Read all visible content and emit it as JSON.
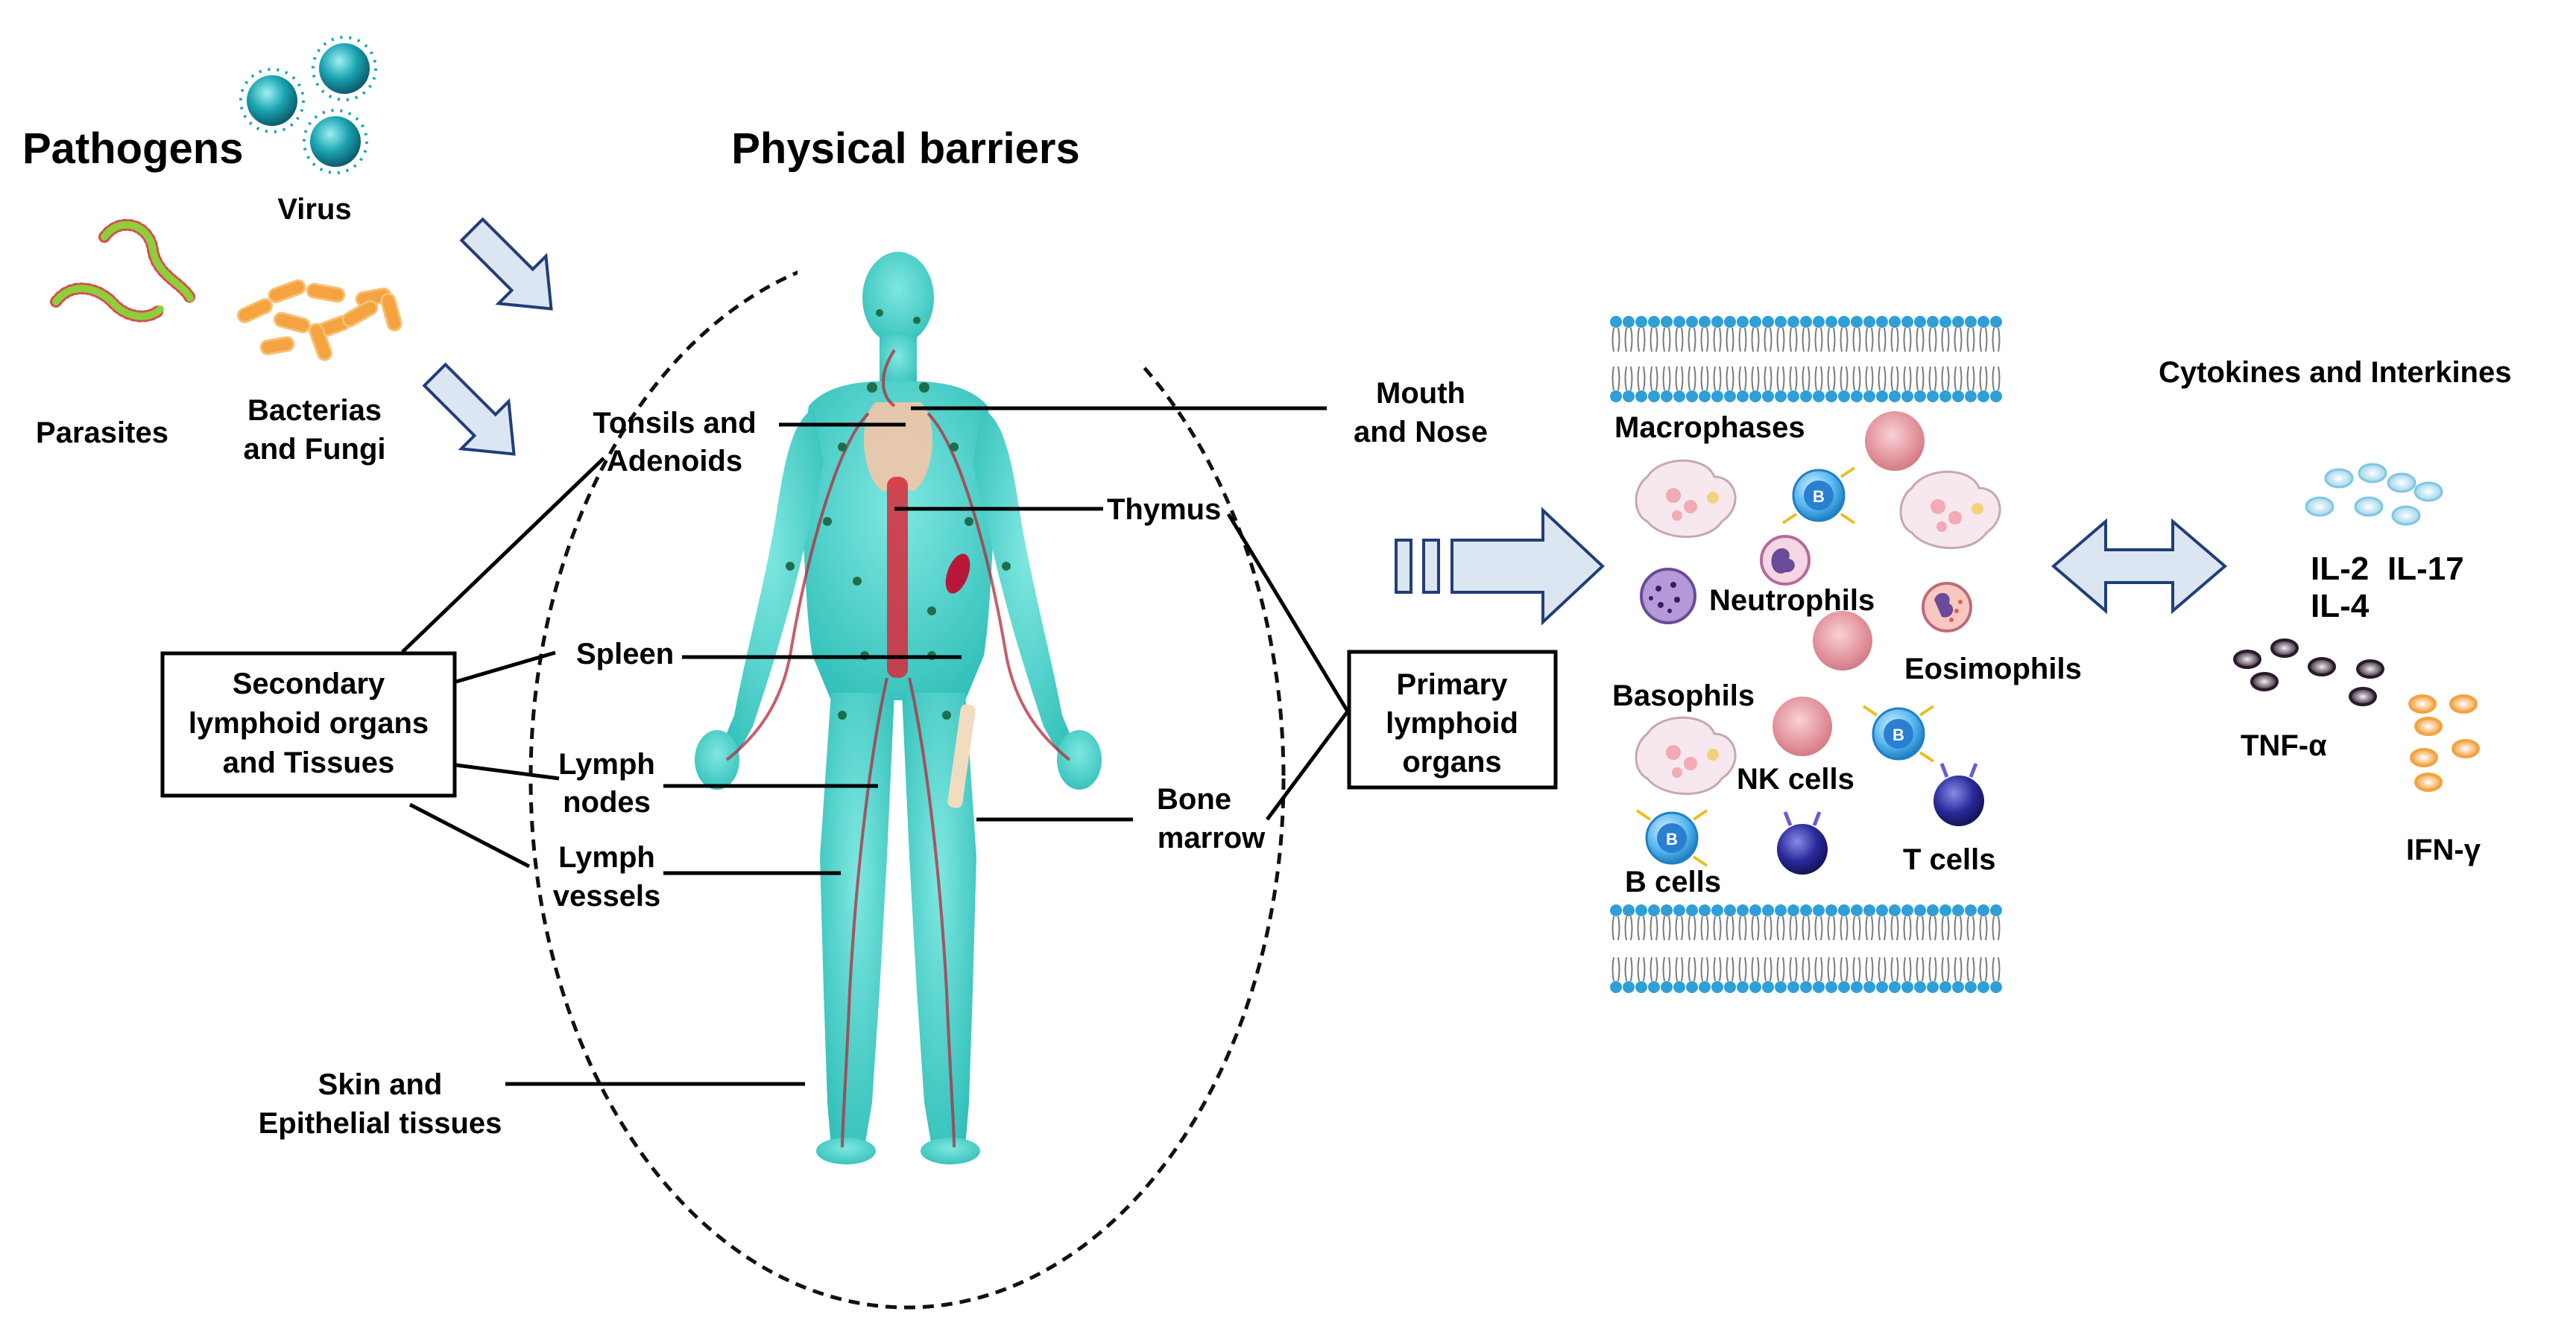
{
  "titles": {
    "pathogens": "Pathogens",
    "physical_barriers": "Physical barriers",
    "cytokines": "Cytokines and Interkines"
  },
  "pathogens": {
    "virus": "Virus",
    "parasites": "Parasites",
    "bacteria_line1": "Bacterias",
    "bacteria_line2": "and Fungi"
  },
  "body_labels": {
    "tonsils_line1": "Tonsils and",
    "tonsils_line2": "Adenoids",
    "mouth_line1": "Mouth",
    "mouth_line2": "and Nose",
    "thymus": "Thymus",
    "spleen": "Spleen",
    "lymph_nodes_line1": "Lymph",
    "lymph_nodes_line2": "nodes",
    "lymph_vessels_line1": "Lymph",
    "lymph_vessels_line2": "vessels",
    "bone_marrow_line1": "Bone",
    "bone_marrow_line2": "marrow",
    "skin_line1": "Skin and",
    "skin_line2": "Epithelial tissues"
  },
  "boxes": {
    "secondary_line1": "Secondary",
    "secondary_line2": "lymphoid organs",
    "secondary_line3": "and Tissues",
    "primary_line1": "Primary",
    "primary_line2": "lymphoid",
    "primary_line3": "organs"
  },
  "cells": {
    "macrophases": "Macrophases",
    "neutrophils": "Neutrophils",
    "basophils": "Basophils",
    "eosimophils": "Eosimophils",
    "nk_cells": "NK cells",
    "b_cells": "B cells",
    "t_cells": "T cells",
    "b_marker": "B"
  },
  "cytokines": {
    "il2": "IL-2",
    "il17": "IL-17",
    "il4": "IL-4",
    "tnf": "TNF-α",
    "ifn": "IFN-γ"
  },
  "colors": {
    "body": "#3fd0c8",
    "arrow_fill": "#dce6f2",
    "arrow_stroke": "#1f3f7a",
    "virus": "#1aa3b0",
    "membrane": "#2f9fd8",
    "b_cell": "#2b9fe0",
    "t_cell": "#2a2a9a",
    "red_cell": "#e8a0a8"
  }
}
